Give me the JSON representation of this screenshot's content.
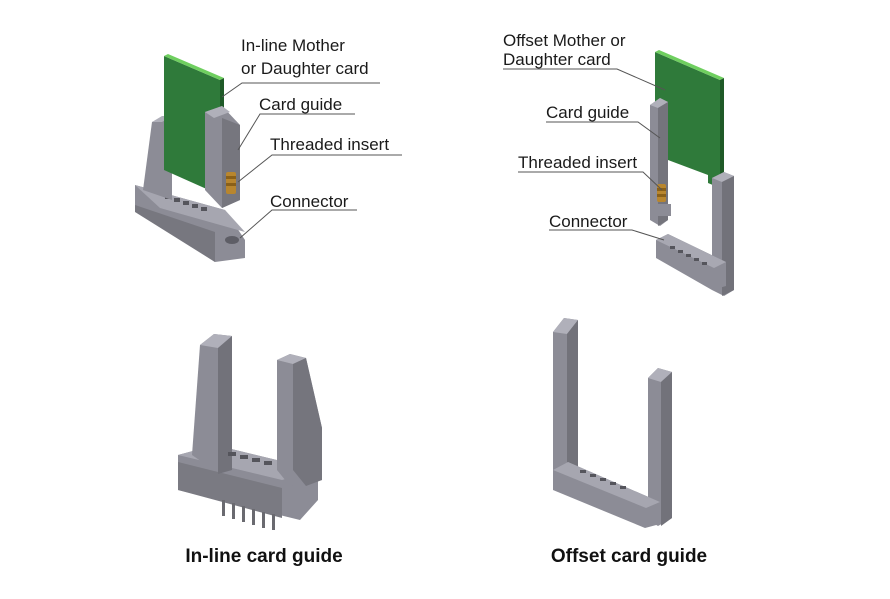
{
  "inline_panel": {
    "label_card_line1": "In-line Mother",
    "label_card_line2": "or Daughter card",
    "label_guide": "Card guide",
    "label_insert": "Threaded insert",
    "label_connector": "Connector"
  },
  "offset_panel": {
    "label_card_line1": "Offset Mother or",
    "label_card_line2": "Daughter card",
    "label_guide": "Card guide",
    "label_insert": "Threaded insert",
    "label_connector": "Connector"
  },
  "captions": {
    "inline": "In-line card guide",
    "offset": "Offset card guide"
  },
  "colors": {
    "plastic": "#8c8c96",
    "plastic_light": "#a6a6b0",
    "plastic_dark": "#6e6e78",
    "pcb": "#2f7a3a",
    "pcb_edge": "#6fcf5f",
    "brass": "#b8862e"
  }
}
